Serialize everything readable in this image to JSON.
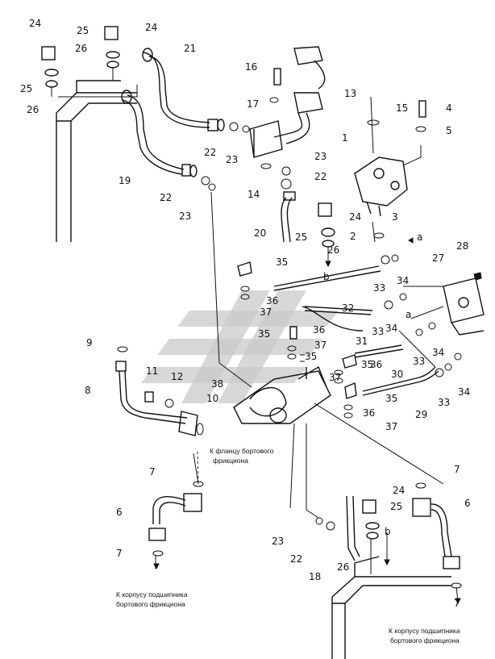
{
  "callouts": [
    "1",
    "2",
    "3",
    "4",
    "5",
    "6",
    "6",
    "7",
    "7",
    "7",
    "7",
    "8",
    "9",
    "10",
    "11",
    "12",
    "13",
    "14",
    "15",
    "16",
    "17",
    "18",
    "19",
    "20",
    "21",
    "22",
    "22",
    "22",
    "22",
    "23",
    "23",
    "23",
    "23",
    "24",
    "24",
    "24",
    "24",
    "25",
    "25",
    "25",
    "25",
    "26",
    "26",
    "26",
    "26",
    "27",
    "28",
    "29",
    "30",
    "31",
    "32",
    "33",
    "33",
    "33",
    "33",
    "34",
    "34",
    "34",
    "34",
    "35",
    "35",
    "35",
    "35",
    "35",
    "36",
    "36",
    "36",
    "36",
    "37",
    "37",
    "37",
    "37",
    "38",
    "a",
    "a",
    "b",
    "b"
  ],
  "notes": {
    "flange_line1": "К фланцу бортового",
    "flange_line2": "фрикциона",
    "bearing_left_line1": "К корпусу подшипника",
    "bearing_left_line2": "бортового фрикциона",
    "bearing_right_line1": "К корпусу подшипника",
    "bearing_right_line2": "бортового фрикциона"
  },
  "colors": {
    "ink": "#111111",
    "watermark": "#c9c9c9",
    "background": "#ffffff"
  }
}
